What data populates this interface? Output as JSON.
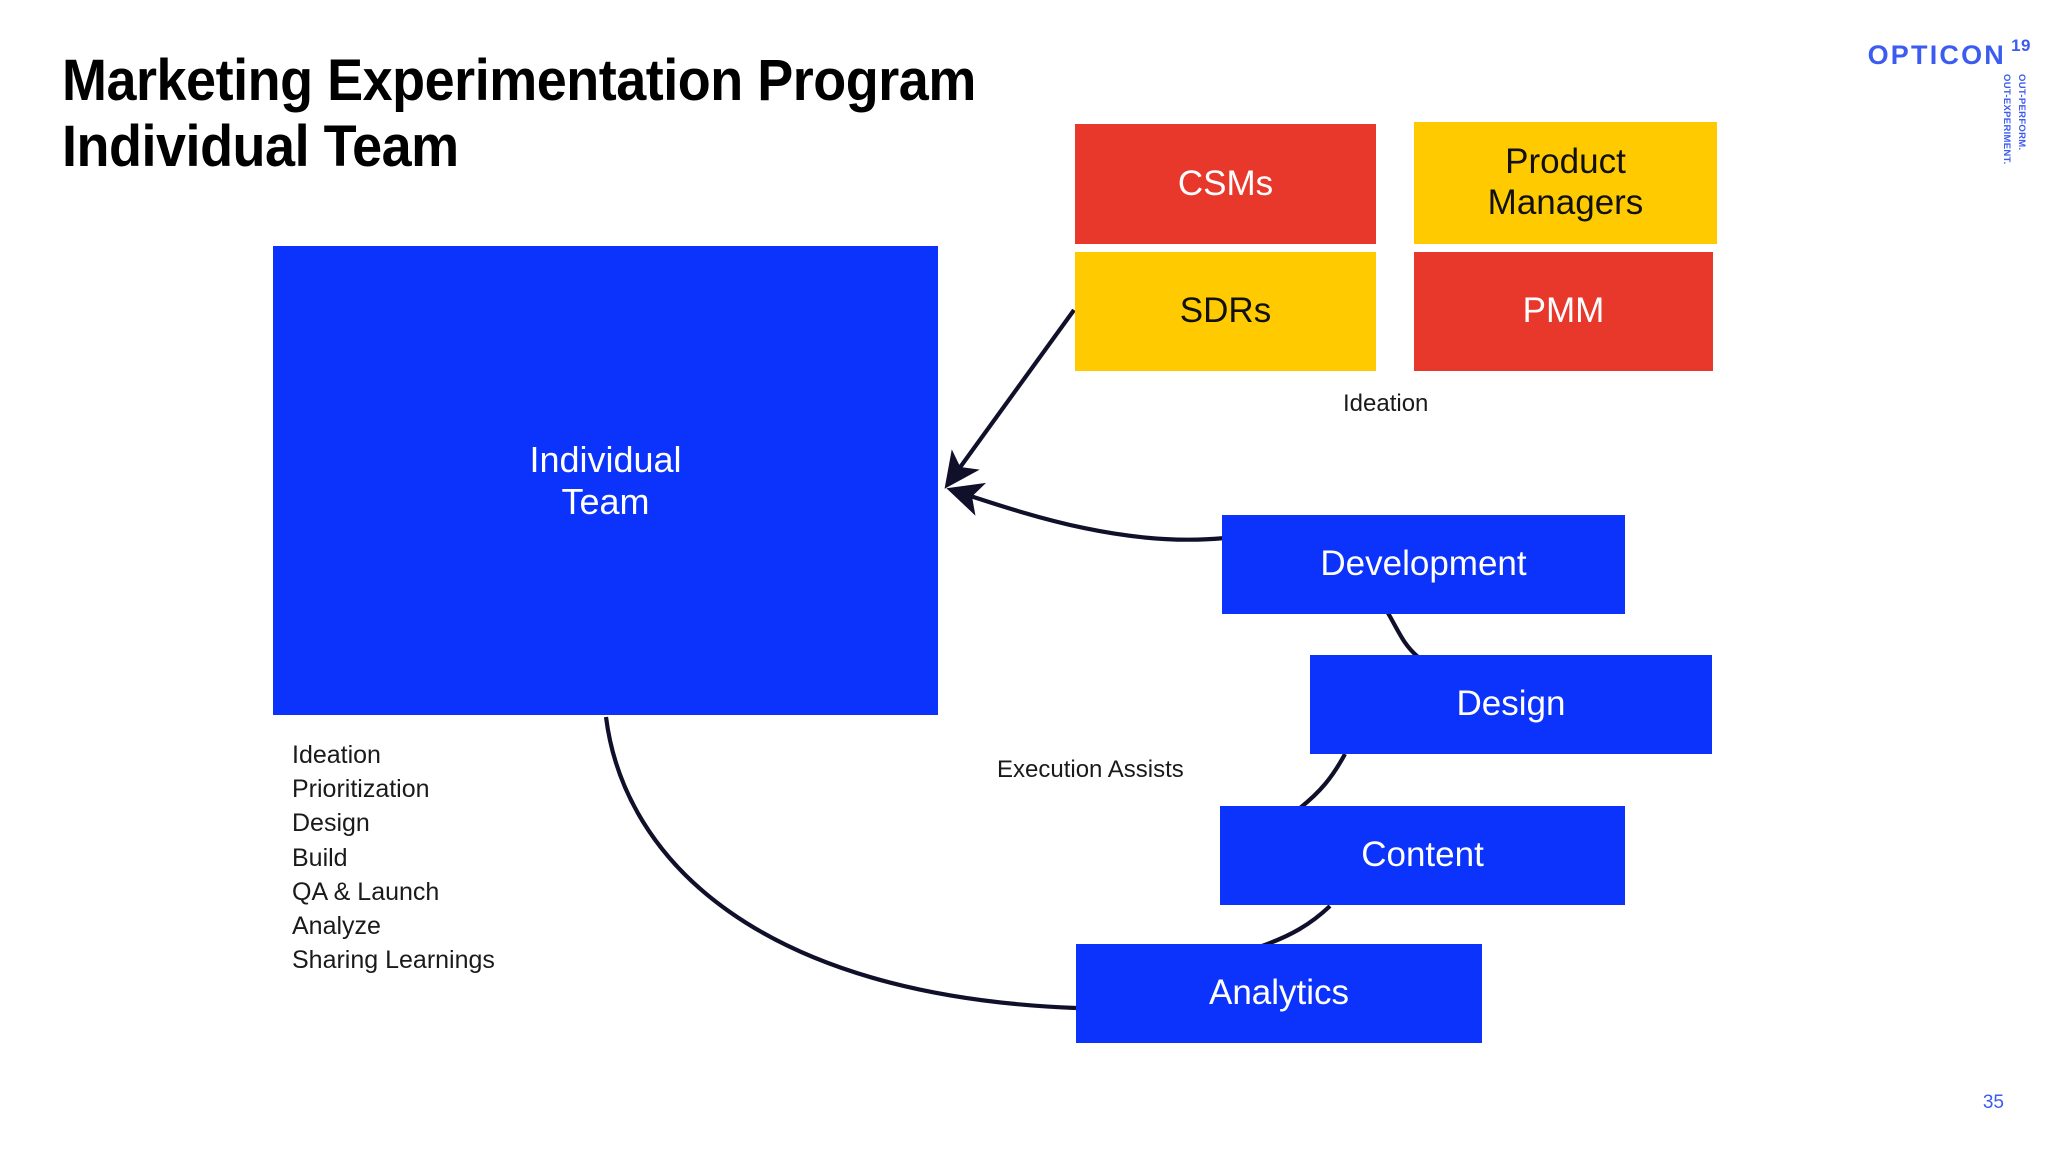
{
  "slide": {
    "title": "Marketing Experimentation Program\nIndividual Team",
    "page_number": "35",
    "background_color": "#FFFFFF"
  },
  "logo": {
    "wordmark": "OPTICON",
    "year": "19",
    "tagline_line1": "OUT-EXPERIMENT.",
    "tagline_line2": "OUT-PERFORM.",
    "color": "#3C5BF0"
  },
  "palette": {
    "red": "#E8382B",
    "yellow": "#FFCB00",
    "blue": "#0B33FB",
    "text_dark": "#1A1A1A",
    "text_light": "#FFFFFF"
  },
  "diagram": {
    "central_node": {
      "label": "Individual\nTeam",
      "color": "#0B33FB",
      "text_color": "#FFFFFF"
    },
    "ideation_group": {
      "caption": "Ideation",
      "nodes": [
        {
          "label": "CSMs",
          "color": "#E8382B",
          "text_color": "#FFFFFF"
        },
        {
          "label": "Product\nManagers",
          "color": "#FFCB00",
          "text_color": "#111111"
        },
        {
          "label": "SDRs",
          "color": "#FFCB00",
          "text_color": "#111111"
        },
        {
          "label": "PMM",
          "color": "#E8382B",
          "text_color": "#FFFFFF"
        }
      ]
    },
    "execution_group": {
      "caption": "Execution Assists",
      "nodes": [
        {
          "label": "Development",
          "color": "#0B33FB",
          "text_color": "#FFFFFF"
        },
        {
          "label": "Design",
          "color": "#0B33FB",
          "text_color": "#FFFFFF"
        },
        {
          "label": "Content",
          "color": "#0B33FB",
          "text_color": "#FFFFFF"
        },
        {
          "label": "Analytics",
          "color": "#0B33FB",
          "text_color": "#FFFFFF"
        }
      ]
    },
    "phases": [
      "Ideation",
      "Prioritization",
      "Design",
      "Build",
      "QA & Launch",
      "Analyze",
      "Sharing Learnings"
    ],
    "connectors": [
      {
        "from": "SDRs",
        "to": "Individual Team",
        "style": "straight-arrow"
      },
      {
        "from": "Development",
        "to": "Individual Team",
        "style": "curved-arrow"
      },
      {
        "from": "Development",
        "to": "Design",
        "style": "curve"
      },
      {
        "from": "Design",
        "to": "Content",
        "style": "curve"
      },
      {
        "from": "Content",
        "to": "Analytics",
        "style": "curve"
      },
      {
        "from": "Individual Team",
        "to": "Analytics",
        "style": "curve"
      }
    ]
  }
}
